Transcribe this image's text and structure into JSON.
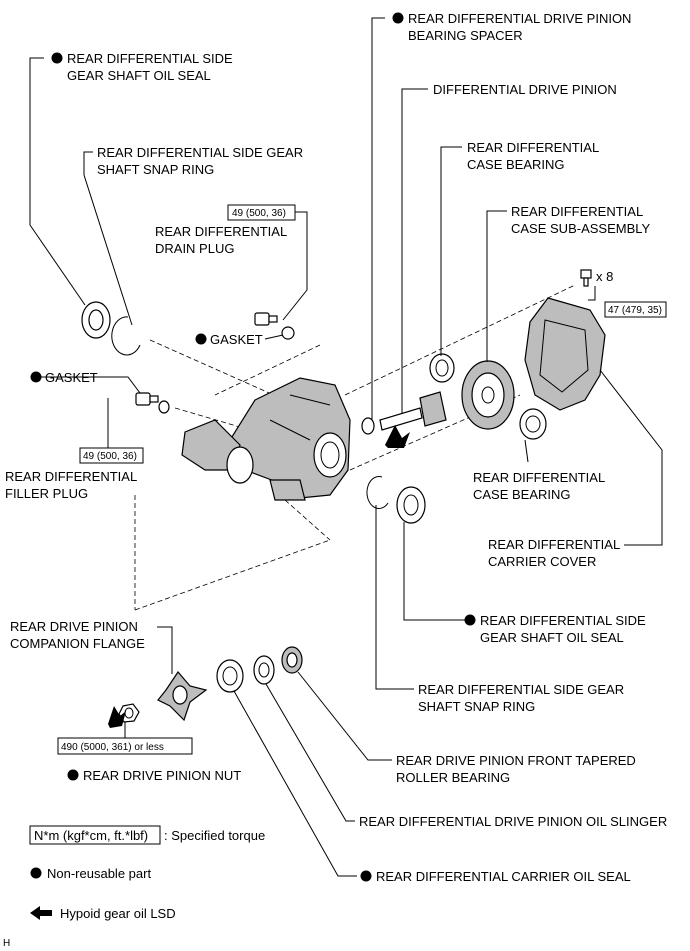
{
  "labels": {
    "drive_pinion_bearing_spacer_1": "REAR DIFFERENTIAL DRIVE PINION",
    "drive_pinion_bearing_spacer_2": "BEARING SPACER",
    "side_gear_oil_seal_left_1": "REAR DIFFERENTIAL SIDE",
    "side_gear_oil_seal_left_2": "GEAR SHAFT OIL SEAL",
    "differential_drive_pinion": "DIFFERENTIAL DRIVE PINION",
    "case_bearing_top_1": "REAR DIFFERENTIAL",
    "case_bearing_top_2": "CASE BEARING",
    "snap_ring_left_1": "REAR DIFFERENTIAL SIDE GEAR",
    "snap_ring_left_2": "SHAFT SNAP RING",
    "case_sub_assembly_1": "REAR DIFFERENTIAL",
    "case_sub_assembly_2": "CASE SUB-ASSEMBLY",
    "drain_plug_1": "REAR DIFFERENTIAL",
    "drain_plug_2": "DRAIN PLUG",
    "gasket_drain": "GASKET",
    "gasket_filler": "GASKET",
    "filler_plug_1": "REAR DIFFERENTIAL",
    "filler_plug_2": "FILLER PLUG",
    "case_bearing_bottom_1": "REAR DIFFERENTIAL",
    "case_bearing_bottom_2": "CASE BEARING",
    "carrier_cover_1": "REAR DIFFERENTIAL",
    "carrier_cover_2": "CARRIER COVER",
    "side_gear_oil_seal_right_1": "REAR DIFFERENTIAL SIDE",
    "side_gear_oil_seal_right_2": "GEAR SHAFT OIL SEAL",
    "companion_flange_1": "REAR DRIVE PINION",
    "companion_flange_2": "COMPANION FLANGE",
    "snap_ring_right_1": "REAR DIFFERENTIAL SIDE GEAR",
    "snap_ring_right_2": "SHAFT SNAP RING",
    "front_tapered_bearing_1": "REAR DRIVE PINION FRONT TAPERED",
    "front_tapered_bearing_2": "ROLLER BEARING",
    "drive_pinion_nut": "REAR DRIVE PINION NUT",
    "oil_slinger": "REAR DIFFERENTIAL DRIVE PINION OIL SLINGER",
    "carrier_oil_seal": "REAR DIFFERENTIAL CARRIER OIL SEAL"
  },
  "torques": {
    "drain_plug": "49 (500, 36)",
    "filler_plug": "49 (500, 36)",
    "cover_bolt": "47 (479, 35)",
    "pinion_nut": "490 (5000, 361) or less",
    "bolt_qty": "x 8"
  },
  "legend": {
    "torque_box": "N*m (kgf*cm, ft.*lbf)",
    "torque_text": ": Specified torque",
    "non_reusable": "Non-reusable part",
    "gear_oil": "Hypoid gear oil LSD"
  },
  "corner_code": "H"
}
